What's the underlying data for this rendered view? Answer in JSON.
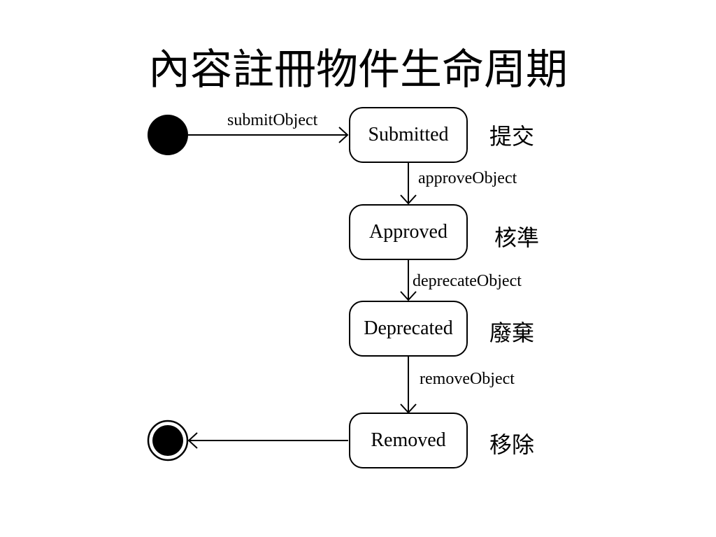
{
  "title": "內容註冊物件生命周期",
  "states": [
    {
      "name": "Submitted",
      "caption": "提交"
    },
    {
      "name": "Approved",
      "caption": "核準"
    },
    {
      "name": "Deprecated",
      "caption": "廢棄"
    },
    {
      "name": "Removed",
      "caption": "移除"
    }
  ],
  "transitions": {
    "submit": "submitObject",
    "approve": "approveObject",
    "deprecate": "deprecateObject",
    "remove": "removeObject"
  }
}
